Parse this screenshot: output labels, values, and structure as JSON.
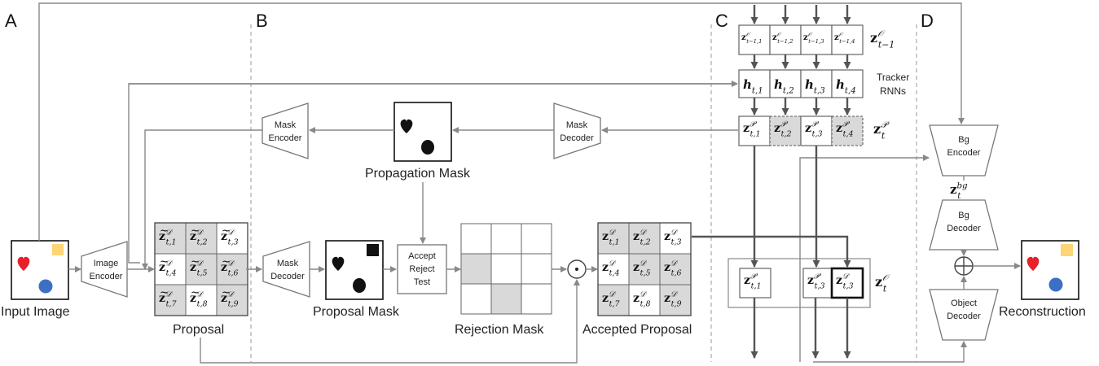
{
  "sections": {
    "a": "A",
    "b": "B",
    "c": "C",
    "d": "D"
  },
  "captions": {
    "input_image": "Input Image",
    "proposal": "Proposal",
    "propagation_mask": "Propagation Mask",
    "proposal_mask": "Proposal Mask",
    "rejection_mask": "Rejection Mask",
    "accepted_proposal": "Accepted Proposal",
    "reconstruction": "Reconstruction"
  },
  "modules": {
    "image_encoder": [
      "Image",
      "Encoder"
    ],
    "mask_encoder": [
      "Mask",
      "Encoder"
    ],
    "mask_decoder_top": [
      "Mask",
      "Decoder"
    ],
    "mask_decoder_bottom": [
      "Mask",
      "Decoder"
    ],
    "accept_reject": [
      "Accept",
      "Reject",
      "Test"
    ],
    "tracker_rnns": [
      "Tracker",
      "RNNs"
    ],
    "bg_encoder": [
      "Bg",
      "Encoder"
    ],
    "bg_decoder": [
      "Bg",
      "Decoder"
    ],
    "object_decoder": [
      "Object",
      "Decoder"
    ]
  },
  "latents": {
    "prev_objects": {
      "symbol": "z",
      "sup": "O",
      "sub": "t−1"
    },
    "prev_cells": [
      {
        "sup": "O",
        "sub": "t−1,1"
      },
      {
        "sup": "O",
        "sub": "t−1,2"
      },
      {
        "sup": "O",
        "sub": "t−1,3"
      },
      {
        "sup": "O",
        "sub": "t−1,4"
      }
    ],
    "hidden_cells": [
      {
        "symbol": "h",
        "sub": "t,1"
      },
      {
        "symbol": "h",
        "sub": "t,2"
      },
      {
        "symbol": "h",
        "sub": "t,3"
      },
      {
        "symbol": "h",
        "sub": "t,4"
      }
    ],
    "prop_label": {
      "symbol": "z",
      "sup": "P",
      "sub": "t"
    },
    "prop_cells": [
      {
        "sup": "P",
        "sub": "t,1",
        "shaded": false
      },
      {
        "sup": "P",
        "sub": "t,2",
        "shaded": true
      },
      {
        "sup": "P",
        "sub": "t,3",
        "shaded": false
      },
      {
        "sup": "P",
        "sub": "t,4",
        "shaded": true
      }
    ],
    "bg": {
      "symbol": "z",
      "sup": "bg",
      "sub": "t"
    },
    "obj_label": {
      "symbol": "z",
      "sup": "O",
      "sub": "t"
    },
    "obj_cells": [
      {
        "sup": "P",
        "sub": "t,1"
      },
      {
        "sup": "P",
        "sub": "t,3"
      },
      {
        "sup": "D",
        "sub": "t,3"
      }
    ],
    "proposal_grid": [
      {
        "sub": "t,1",
        "shaded": true
      },
      {
        "sub": "t,2",
        "shaded": true
      },
      {
        "sub": "t,3",
        "shaded": false
      },
      {
        "sub": "t,4",
        "shaded": false
      },
      {
        "sub": "t,5",
        "shaded": true
      },
      {
        "sub": "t,6",
        "shaded": true
      },
      {
        "sub": "t,7",
        "shaded": true
      },
      {
        "sub": "t,8",
        "shaded": false
      },
      {
        "sub": "t,9",
        "shaded": true
      }
    ],
    "proposal_sup": "D",
    "rejection_grid": [
      false,
      false,
      false,
      true,
      false,
      false,
      false,
      true,
      false
    ]
  },
  "colors": {
    "shade": "#d9d9d9",
    "line": "#888888",
    "dark_line": "#555555",
    "heart": "#e8202a",
    "circle": "#3d6fc4",
    "square": "#fdd576"
  }
}
